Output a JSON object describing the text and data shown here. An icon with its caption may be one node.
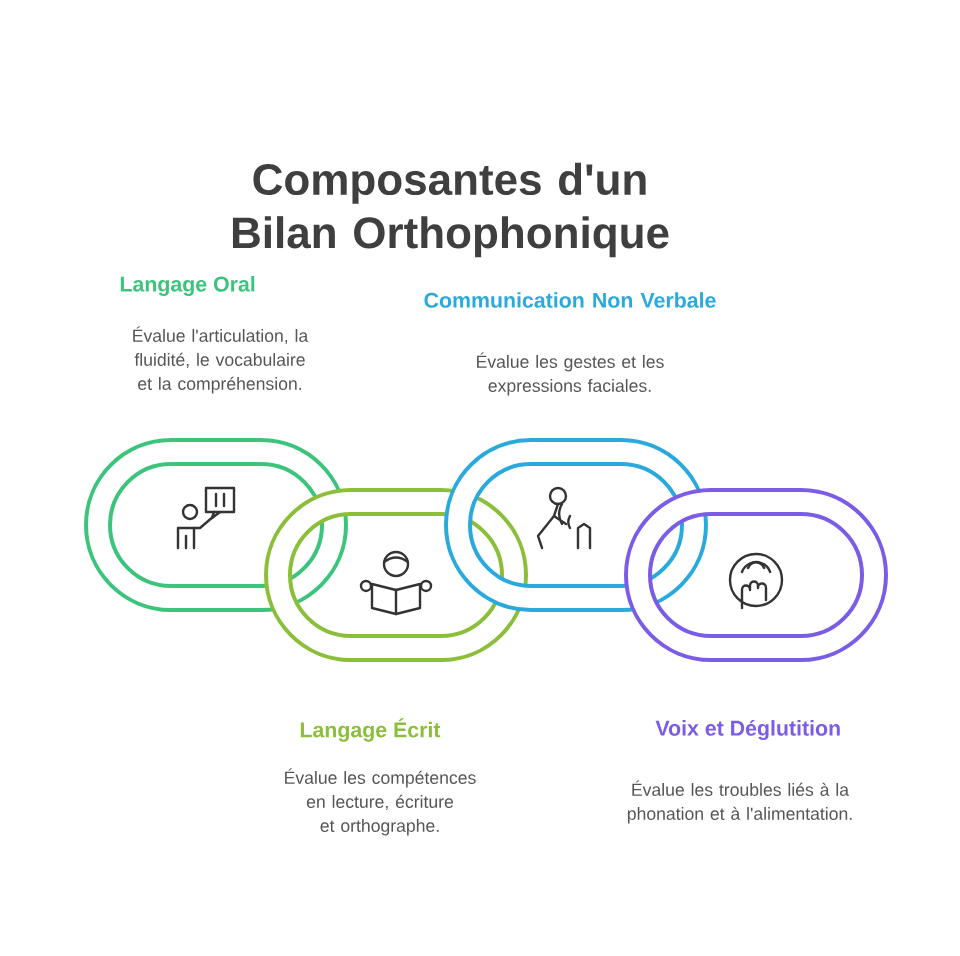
{
  "diagram": {
    "title": "Composantes d'un Bilan Orthophonique",
    "nodes": [
      {
        "text": [],
        "shape": "ring",
        "beside": [
          "Langage Oral",
          "Évalue l'articulation, la fluidité, le vocabulaire et la compréhension."
        ]
      },
      {
        "text": [],
        "shape": "ring",
        "beside": [
          "Langage Écrit",
          "Évalue les compétences en lecture, écriture et orthographe."
        ]
      },
      {
        "text": [],
        "shape": "ring",
        "beside": [
          "Communication Non Verbale",
          "Évalue les gestes et les expressions faciales."
        ]
      },
      {
        "text": [],
        "shape": "ring",
        "beside": [
          "Voix et Déglutition",
          "Évalue les troubles liés à la phonation et à l'alimentation."
        ]
      }
    ]
  }
}
